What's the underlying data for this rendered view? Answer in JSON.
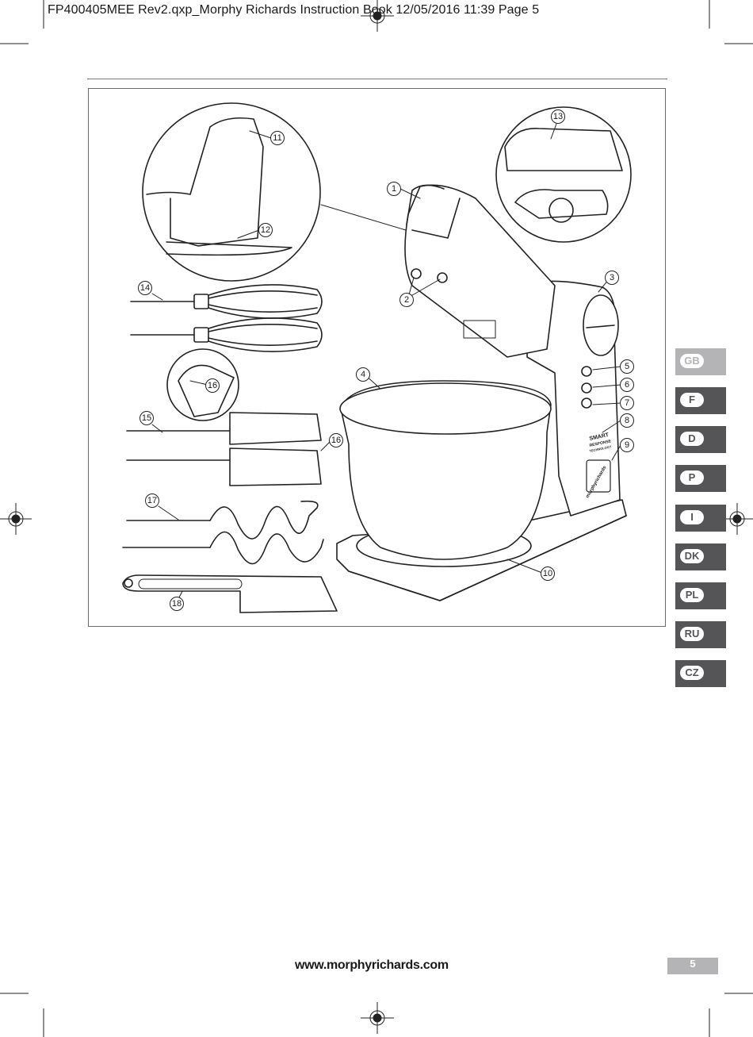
{
  "header": {
    "slug": "FP400405MEE Rev2.qxp_Morphy Richards Instruction Book  12/05/2016  11:39  Page 5"
  },
  "diagram": {
    "callouts": [
      "1",
      "2",
      "3",
      "4",
      "5",
      "6",
      "7",
      "8",
      "9",
      "10",
      "11",
      "12",
      "13",
      "14",
      "15",
      "16",
      "16",
      "17",
      "18"
    ],
    "brand_on_mixer": "morphyrichards",
    "smart_badge": [
      "SMART",
      "RESPONSE",
      "TECHNOLOGY"
    ]
  },
  "language_tabs": [
    {
      "code": "GB",
      "active": true
    },
    {
      "code": "F",
      "active": false
    },
    {
      "code": "D",
      "active": false
    },
    {
      "code": "P",
      "active": false
    },
    {
      "code": "I",
      "active": false
    },
    {
      "code": "DK",
      "active": false
    },
    {
      "code": "PL",
      "active": false
    },
    {
      "code": "RU",
      "active": false
    },
    {
      "code": "CZ",
      "active": false
    }
  ],
  "footer": {
    "url": "www.morphyrichards.com",
    "page_number": "5"
  },
  "colors": {
    "tab_dark": "#555558",
    "tab_light": "#b4b4b6",
    "line": "#222222"
  },
  "icons": [
    "registration-mark-icon"
  ]
}
